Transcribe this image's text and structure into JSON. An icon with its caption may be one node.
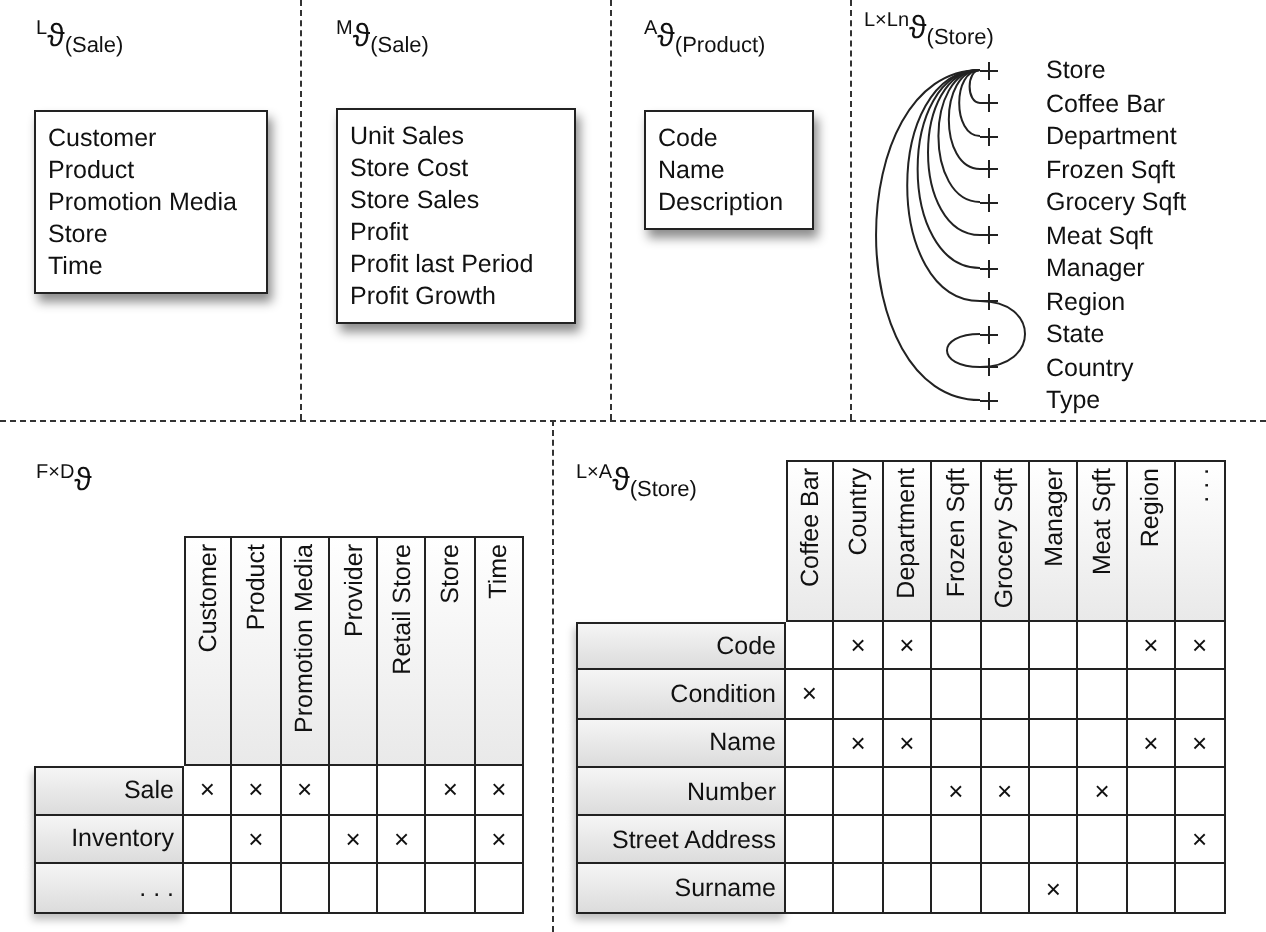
{
  "diagram": {
    "nodes": [
      {
        "text": [
          "Customer",
          "Product",
          "Promotion Media",
          "Store",
          "Time"
        ]
      },
      {
        "text": [
          "Unit Sales",
          "Store Cost",
          "Store Sales",
          "Profit",
          "Profit last Period",
          "Profit Growth"
        ]
      },
      {
        "text": [
          "Code",
          "Name",
          "Description"
        ]
      },
      {
        "text": [
          "Store"
        ]
      },
      {
        "text": [
          "Coffee Bar"
        ]
      },
      {
        "text": [
          "Department"
        ]
      },
      {
        "text": [
          "Frozen Sqft"
        ]
      },
      {
        "text": [
          "Grocery Sqft"
        ]
      },
      {
        "text": [
          "Meat Sqft"
        ]
      },
      {
        "text": [
          "Manager"
        ]
      },
      {
        "text": [
          "Region"
        ]
      },
      {
        "text": [
          "State"
        ]
      },
      {
        "text": [
          "Country"
        ]
      },
      {
        "text": [
          "Type"
        ]
      }
    ],
    "edges": [
      {
        "from": 3,
        "to": 4,
        "arrow": "none"
      },
      {
        "from": 3,
        "to": 5,
        "arrow": "none"
      },
      {
        "from": 3,
        "to": 6,
        "arrow": "none"
      },
      {
        "from": 3,
        "to": 7,
        "arrow": "none"
      },
      {
        "from": 3,
        "to": 8,
        "arrow": "none"
      },
      {
        "from": 3,
        "to": 9,
        "arrow": "none"
      },
      {
        "from": 3,
        "to": 10,
        "arrow": "none"
      },
      {
        "from": 3,
        "to": 13,
        "arrow": "none"
      },
      {
        "from": 10,
        "to": 12,
        "arrow": "none"
      },
      {
        "from": 11,
        "to": 12,
        "arrow": "none"
      }
    ],
    "labels": [
      "$^{L}$ϑ$_{(Sale)}$",
      "$^{M}$ϑ$_{(Sale)}$",
      "$^{A}$ϑ$_{(Product)}$",
      "$^{L×L}$$^{n}$ϑ$_{(Store)}$",
      "$^{F×D}$ϑ",
      "Customer",
      "Product",
      "Promotion Media",
      "Provider",
      "Retail Store",
      "Store",
      "Time",
      "Sale",
      "×",
      "×",
      "×",
      "×",
      "×",
      "Inventory",
      "×",
      "×",
      "×",
      "×",
      ". . .",
      "$^{L×A}$ϑ$_{(Store)}$",
      "Coffee Bar",
      "Country",
      "Department",
      "Frozen Sqft",
      "Grocery Sqft",
      "Manager",
      "Meat Sqft",
      "Region",
      ". . .",
      "Code",
      "×",
      "×",
      "×",
      "×",
      "Condition",
      "×",
      "Name",
      "×",
      "×",
      "×",
      "×",
      "Number",
      "×",
      "×",
      "×",
      "Street Address",
      "×",
      "Surname",
      "×"
    ]
  }
}
